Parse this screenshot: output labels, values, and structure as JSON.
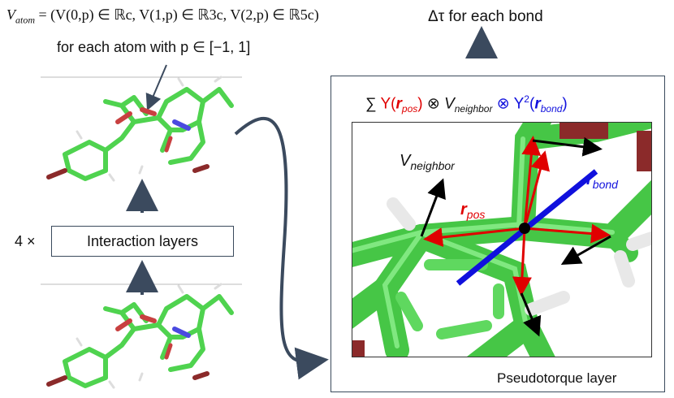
{
  "top": {
    "vatom_prefix": "V",
    "vatom_sub": "atom",
    "vatom_equation": " = (V(0,p) ∈ ℝc,  V(1,p) ∈ ℝ3c,  V(2,p) ∈ ℝ5c)",
    "vatom_caption": "for each atom with p ∈ [−1, 1]",
    "delta_tau": "Δτ for each bond"
  },
  "interaction": {
    "multiplier": "4 ×",
    "label": "Interaction layers"
  },
  "panel": {
    "formula_sum": "∑ ",
    "formula_Y": "Y(",
    "formula_r": "r",
    "formula_pos": "pos",
    "formula_close": ")",
    "formula_otimes1": " ⊗ ",
    "formula_V": "V",
    "formula_neighbor": "neighbor",
    "formula_otimes2": " ⊗ ",
    "formula_Y2": "Y",
    "formula_Y2_sup": "2",
    "formula_open2": "(",
    "formula_r2": "r",
    "formula_bond": "bond",
    "formula_close2": ")",
    "label_vneighbor_V": "V",
    "label_vneighbor_sub": "neighbor",
    "label_rpos_r": "r",
    "label_rpos_sub": "pos",
    "label_rbond_r": "r",
    "label_rbond_sub": "bond",
    "caption": "Pseudotorque layer"
  },
  "colors": {
    "molecule_green": "#4fd34f",
    "oxygen_red": "#c84040",
    "nitrogen_blue": "#4a4ae0",
    "bromine": "#8b2a2a",
    "arrow_navy": "#3b4a5e",
    "pos_red": "#e00000",
    "bond_blue": "#1010dd"
  }
}
